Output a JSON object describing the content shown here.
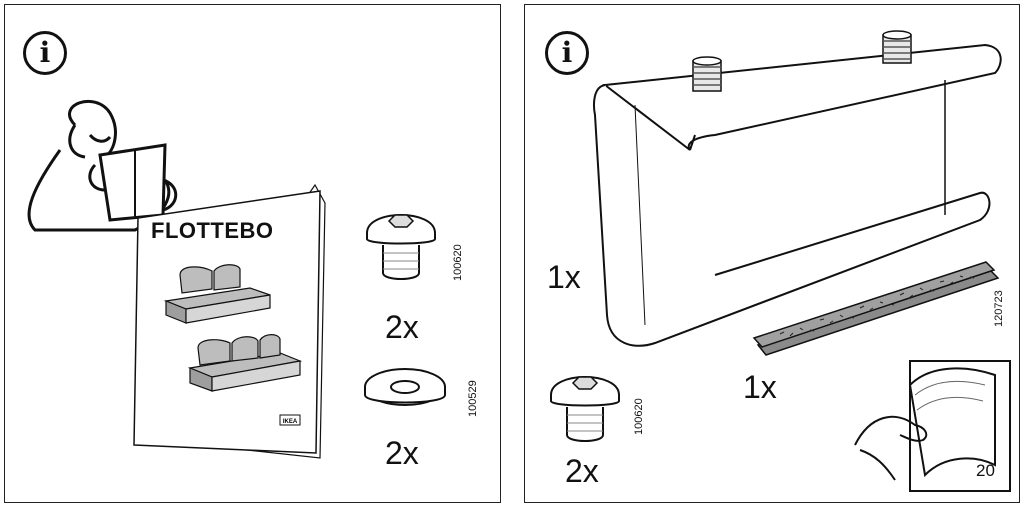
{
  "left_panel": {
    "info_symbol": "i",
    "booklet": {
      "title": "FLOTTEBO",
      "brand": "IKEA"
    },
    "parts": [
      {
        "quantity": "2x",
        "article_number": "100620",
        "icon": "bolt-icon"
      },
      {
        "quantity": "2x",
        "article_number": "100529",
        "icon": "washer-icon"
      }
    ]
  },
  "right_panel": {
    "info_symbol": "i",
    "parts": [
      {
        "quantity": "1x",
        "icon": "shelf-bracket-icon"
      },
      {
        "quantity": "1x",
        "article_number": "120723",
        "icon": "felt-pad-icon"
      },
      {
        "quantity": "2x",
        "article_number": "100620",
        "icon": "bolt-icon"
      }
    ],
    "page_reference": "20"
  }
}
